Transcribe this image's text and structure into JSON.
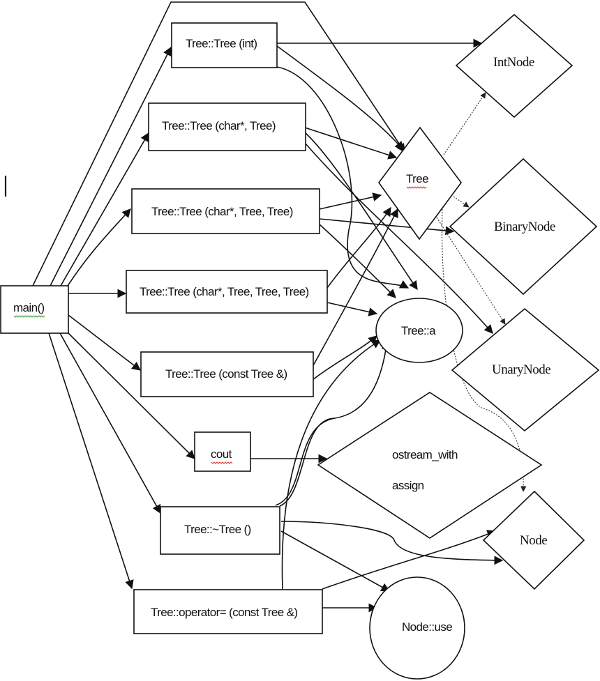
{
  "diagram": {
    "title": "",
    "colors": {
      "stroke": "#111111",
      "background": "#ffffff",
      "spellcheck_red": "#d03030",
      "grammar_green": "#3a9a3a"
    },
    "nodes": [
      {
        "id": "main",
        "label": "main()",
        "shape": "rectangle",
        "font": "sans",
        "underline": "green"
      },
      {
        "id": "tree_int",
        "label": "Tree::Tree (int)",
        "shape": "rectangle",
        "font": "sans"
      },
      {
        "id": "tree_char_tree",
        "label": "Tree::Tree (char*, Tree)",
        "shape": "rectangle",
        "font": "sans"
      },
      {
        "id": "tree_char_tree_tree",
        "label": "Tree::Tree (char*, Tree, Tree)",
        "shape": "rectangle",
        "font": "sans"
      },
      {
        "id": "tree_char_tree_tree_tree",
        "label": "Tree::Tree (char*, Tree, Tree, Tree)",
        "shape": "rectangle",
        "font": "sans"
      },
      {
        "id": "tree_copy",
        "label": "Tree::Tree (const Tree &)",
        "shape": "rectangle",
        "font": "sans"
      },
      {
        "id": "cout",
        "label": "cout",
        "shape": "rectangle",
        "font": "sans",
        "underline": "red"
      },
      {
        "id": "tree_dtor",
        "label": "Tree::~Tree ()",
        "shape": "rectangle",
        "font": "sans"
      },
      {
        "id": "tree_assign",
        "label": "Tree::operator= (const Tree &)",
        "shape": "rectangle",
        "font": "sans"
      },
      {
        "id": "tree",
        "label": "Tree",
        "shape": "diamond",
        "font": "sans",
        "underline": "red"
      },
      {
        "id": "intnode",
        "label": "IntNode",
        "shape": "diamond",
        "font": "serif"
      },
      {
        "id": "binarynode",
        "label": "BinaryNode",
        "shape": "diamond",
        "font": "serif"
      },
      {
        "id": "unarynode",
        "label": "UnaryNode",
        "shape": "diamond",
        "font": "serif"
      },
      {
        "id": "node",
        "label": "Node",
        "shape": "diamond",
        "font": "serif"
      },
      {
        "id": "ostream",
        "label_lines": [
          "ostream_with",
          "assign"
        ],
        "shape": "diamond",
        "font": "sans"
      },
      {
        "id": "tree_a",
        "label": "Tree::a",
        "shape": "ellipse",
        "font": "sans"
      },
      {
        "id": "node_use",
        "label": "Node::use",
        "shape": "ellipse",
        "font": "sans"
      }
    ],
    "edges": [
      {
        "from": "main",
        "to": "tree_int",
        "style": "solid"
      },
      {
        "from": "main",
        "to": "tree_char_tree",
        "style": "solid"
      },
      {
        "from": "main",
        "to": "tree_char_tree_tree",
        "style": "solid"
      },
      {
        "from": "main",
        "to": "tree_char_tree_tree_tree",
        "style": "solid"
      },
      {
        "from": "main",
        "to": "tree_copy",
        "style": "solid"
      },
      {
        "from": "main",
        "to": "cout",
        "style": "solid"
      },
      {
        "from": "main",
        "to": "tree_dtor",
        "style": "solid"
      },
      {
        "from": "main",
        "to": "tree_assign",
        "style": "solid"
      },
      {
        "from": "main",
        "to": "tree",
        "style": "solid",
        "routing": "frame-over-top"
      },
      {
        "from": "tree_int",
        "to": "intnode",
        "style": "solid"
      },
      {
        "from": "tree_int",
        "to": "tree",
        "style": "solid"
      },
      {
        "from": "tree_int",
        "to": "tree_a",
        "style": "solid"
      },
      {
        "from": "tree_char_tree",
        "to": "tree",
        "style": "solid"
      },
      {
        "from": "tree_char_tree",
        "to": "tree_a",
        "style": "solid"
      },
      {
        "from": "tree_char_tree",
        "to": "unarynode",
        "style": "solid"
      },
      {
        "from": "tree_char_tree_tree",
        "to": "tree",
        "style": "solid"
      },
      {
        "from": "tree_char_tree_tree",
        "to": "binarynode",
        "style": "solid"
      },
      {
        "from": "tree_char_tree_tree",
        "to": "tree_a",
        "style": "solid"
      },
      {
        "from": "tree_char_tree_tree_tree",
        "to": "tree",
        "style": "solid"
      },
      {
        "from": "tree_char_tree_tree_tree",
        "to": "tree_a",
        "style": "solid"
      },
      {
        "from": "tree_copy",
        "to": "tree",
        "style": "solid"
      },
      {
        "from": "tree_copy",
        "to": "tree_a",
        "style": "solid"
      },
      {
        "from": "cout",
        "to": "ostream",
        "style": "solid"
      },
      {
        "from": "tree_dtor",
        "to": "tree_a",
        "style": "solid"
      },
      {
        "from": "tree_dtor",
        "to": "node",
        "style": "solid"
      },
      {
        "from": "tree_dtor",
        "to": "node_use",
        "style": "solid"
      },
      {
        "from": "tree_assign",
        "to": "tree_a",
        "style": "solid"
      },
      {
        "from": "tree_assign",
        "to": "node",
        "style": "solid"
      },
      {
        "from": "tree_assign",
        "to": "node_use",
        "style": "solid"
      },
      {
        "from": "tree",
        "to": "intnode",
        "style": "dotted"
      },
      {
        "from": "tree",
        "to": "binarynode",
        "style": "dotted"
      },
      {
        "from": "tree",
        "to": "unarynode",
        "style": "dotted"
      },
      {
        "from": "tree",
        "to": "node",
        "style": "dotted"
      }
    ]
  }
}
